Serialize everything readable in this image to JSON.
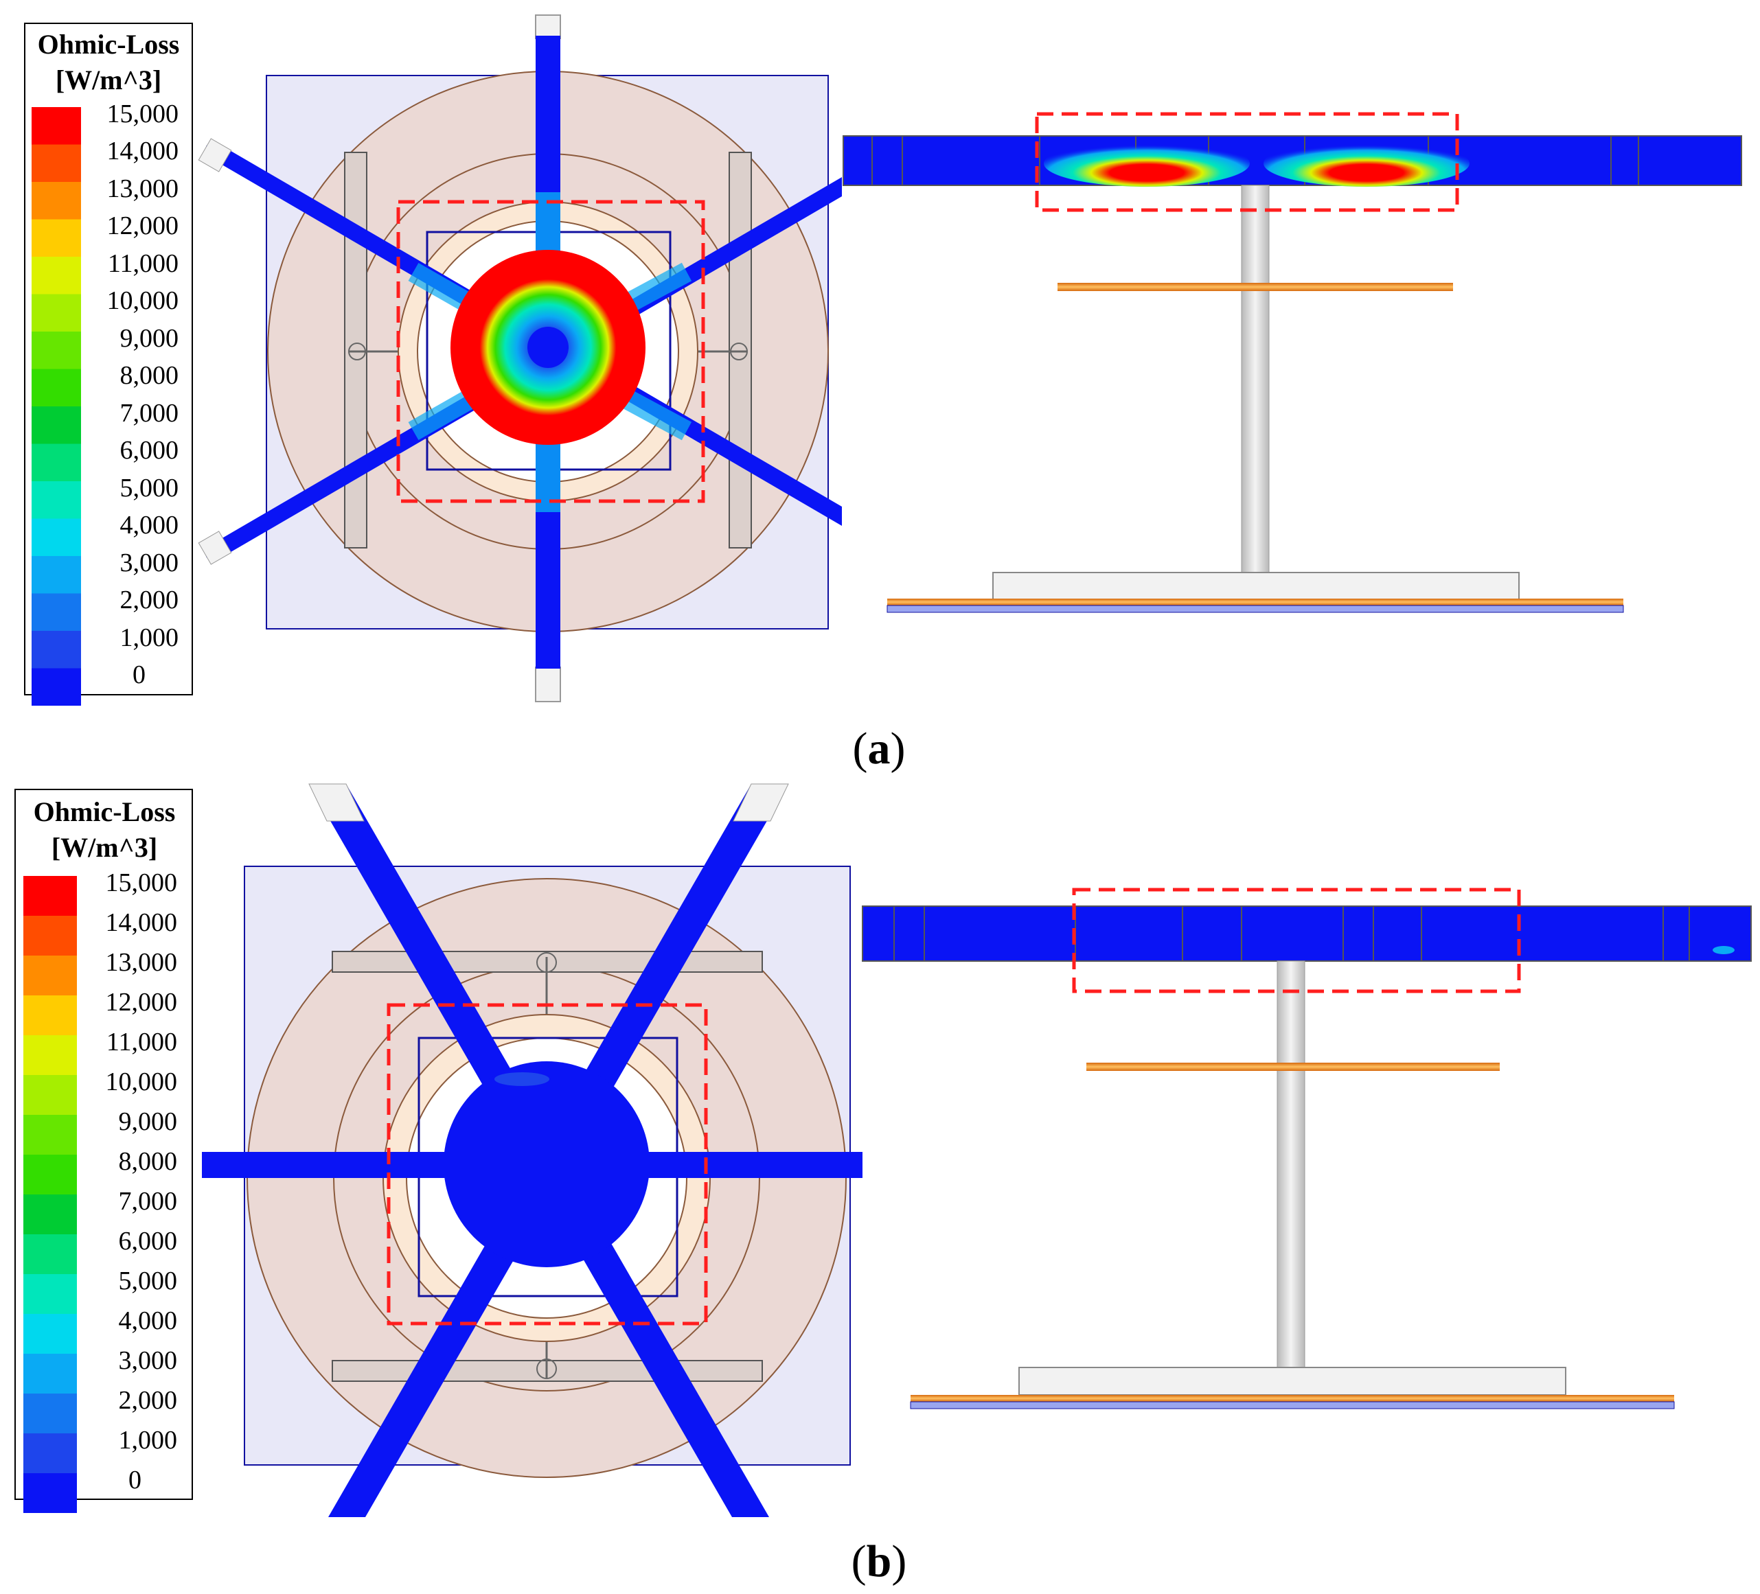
{
  "figure": {
    "panels": [
      {
        "id": "a",
        "label": "a",
        "legend": {
          "title_line1": "Ohmic-Loss",
          "title_line2": "[W/m^3]",
          "ticks": [
            "15,000",
            "14,000",
            "13,000",
            "12,000",
            "11,000",
            "10,000",
            "9,000",
            "8,000",
            "7,000",
            "6,000",
            "5,000",
            "4,000",
            "3,000",
            "2,000",
            "1,000",
            "0"
          ]
        }
      },
      {
        "id": "b",
        "label": "b",
        "legend": {
          "title_line1": "Ohmic-Loss",
          "title_line2": "[W/m^3]",
          "ticks": [
            "15,000",
            "14,000",
            "13,000",
            "12,000",
            "11,000",
            "10,000",
            "9,000",
            "8,000",
            "7,000",
            "6,000",
            "5,000",
            "4,000",
            "3,000",
            "2,000",
            "1,000",
            "0"
          ]
        }
      }
    ],
    "colorbar": [
      "#ff0000",
      "#ff4d00",
      "#ff8c00",
      "#ffcc00",
      "#dcf200",
      "#a6ee00",
      "#66e600",
      "#33dd00",
      "#00cc33",
      "#00dd77",
      "#00e6bb",
      "#00d8ee",
      "#0aaaf4",
      "#1477f0",
      "#1e45ec",
      "#0a14f5"
    ],
    "colors": {
      "outer_square": "#e8e8f8",
      "pad_fill": "#ebd9d5",
      "pad_stroke": "#8b5a3c",
      "ring_fill": "#fbe8d5",
      "inner_square_stroke": "#1010a0",
      "spoke_low": "#0a14f5",
      "highlight": "#ff1e1e",
      "plate_orange": "#f59a3c",
      "support_gray": "#d9d9d9"
    }
  }
}
